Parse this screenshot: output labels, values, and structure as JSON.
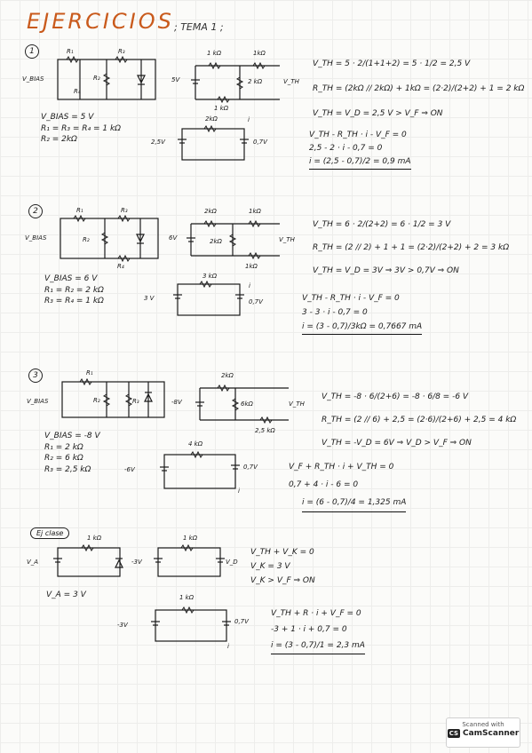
{
  "header": {
    "title": "EJERCICIOS",
    "tema": "; TEMA 1 ;"
  },
  "ex1": {
    "num": "1",
    "given": [
      "V_BIAS = 5 V",
      "R₁ = R₃ = R₄ = 1 kΩ",
      "R₂ = 2kΩ"
    ],
    "circuit_labels": {
      "r1": "R₁",
      "r3": "R₃",
      "r2": "R₂",
      "r4": "R₄",
      "vbias": "V_BIAS",
      "th_1k_a": "1 kΩ",
      "th_1k_b": "1kΩ",
      "th_1k_c": "1 kΩ",
      "th_2k": "2 kΩ",
      "th_5v": "5V",
      "vth": "V_TH",
      "eq_2k": "2kΩ",
      "eq_25": "2,5V",
      "eq_07": "0,7V",
      "eq_i": "i"
    },
    "solution": [
      "V_TH = 5 · 2/(1+1+2) = 5 · 1/2 = 2,5 V",
      "R_TH = (2kΩ // 2kΩ) + 1kΩ = (2·2)/(2+2) + 1 = 2 kΩ",
      "V_TH = V_D = 2,5 V > V_F ⇒ ON",
      "V_TH - R_TH · i - V_F = 0",
      "2,5 - 2 · i - 0,7 = 0",
      "i = (2,5 - 0,7)/2 = 0,9 mA"
    ]
  },
  "ex2": {
    "num": "2",
    "given": [
      "V_BIAS = 6 V",
      "R₁ = R₂ = 2 kΩ",
      "R₃ = R₄ = 1 kΩ"
    ],
    "circuit_labels": {
      "r1": "R₁",
      "r3": "R₃",
      "r2": "R₂",
      "r4": "R₄",
      "vbias": "V_BIAS",
      "th_2k_a": "2kΩ",
      "th_1k": "1kΩ",
      "th_2k_b": "2kΩ",
      "th_1k_b": "1kΩ",
      "th_6v": "6V",
      "vth": "V_TH",
      "eq_3k": "3 kΩ",
      "eq_3v": "3 V",
      "eq_07": "0,7V",
      "eq_i": "i"
    },
    "solution": [
      "V_TH = 6 · 2/(2+2) = 6 · 1/2 = 3 V",
      "R_TH = (2 // 2) + 1 + 1 = (2·2)/(2+2) + 2 = 3 kΩ",
      "V_TH = V_D = 3V ⇒ 3V > 0,7V ⇒ ON",
      "V_TH - R_TH · i - V_F = 0",
      "3 - 3 · i - 0,7 = 0",
      "i = (3 - 0,7)/3kΩ = 0,7667 mA"
    ]
  },
  "ex3": {
    "num": "3",
    "given": [
      "V_BIAS = -8 V",
      "R₁ = 2 kΩ",
      "R₂ = 6 kΩ",
      "R₃ = 2,5 kΩ"
    ],
    "circuit_labels": {
      "r1": "R₁",
      "r2": "R₂",
      "r3": "R₃",
      "vbias": "V_BIAS",
      "th_2k": "2kΩ",
      "th_6k": "6kΩ",
      "th_25k": "2,5 kΩ",
      "th_m8v": "-8V",
      "vth": "V_TH",
      "eq_4k": "4 kΩ",
      "eq_m6v": "-6V",
      "eq_07": "0,7V",
      "eq_i": "i"
    },
    "solution": [
      "V_TH = -8 · 6/(2+6) = -8 · 6/8 = -6 V",
      "R_TH = (2 // 6) + 2,5 = (2·6)/(2+6) + 2,5 = 4 kΩ",
      "V_TH = -V_D = 6V ⇒ V_D > V_F ⇒ ON",
      "V_F + R_TH · i + V_TH = 0",
      "0,7 + 4 · i - 6 = 0",
      "i = (6 - 0,7)/4 = 1,325 mA"
    ]
  },
  "ex_clase": {
    "label": "Ej clase",
    "given": [
      "V_A = 3 V"
    ],
    "circuit_labels": {
      "r_a": "1 kΩ",
      "va": "V_A",
      "r_b": "1 kΩ",
      "m3v_a": "-3V",
      "vd": "V_D",
      "r_c": "1 kΩ",
      "m3v_b": "-3V",
      "eq_07": "0,7V",
      "eq_i": "i"
    },
    "solution_a": [
      "V_TH + V_K = 0",
      "V_K = 3 V",
      "V_K > V_F ⇒ ON"
    ],
    "solution_b": [
      "V_TH + R · i + V_F = 0",
      "-3 + 1 · i + 0,7 = 0",
      "i = (3 - 0,7)/1 = 2,3 mA"
    ]
  },
  "scanner": {
    "top": "Scanned with",
    "brand": "CamScanner",
    "badge": "CS"
  }
}
